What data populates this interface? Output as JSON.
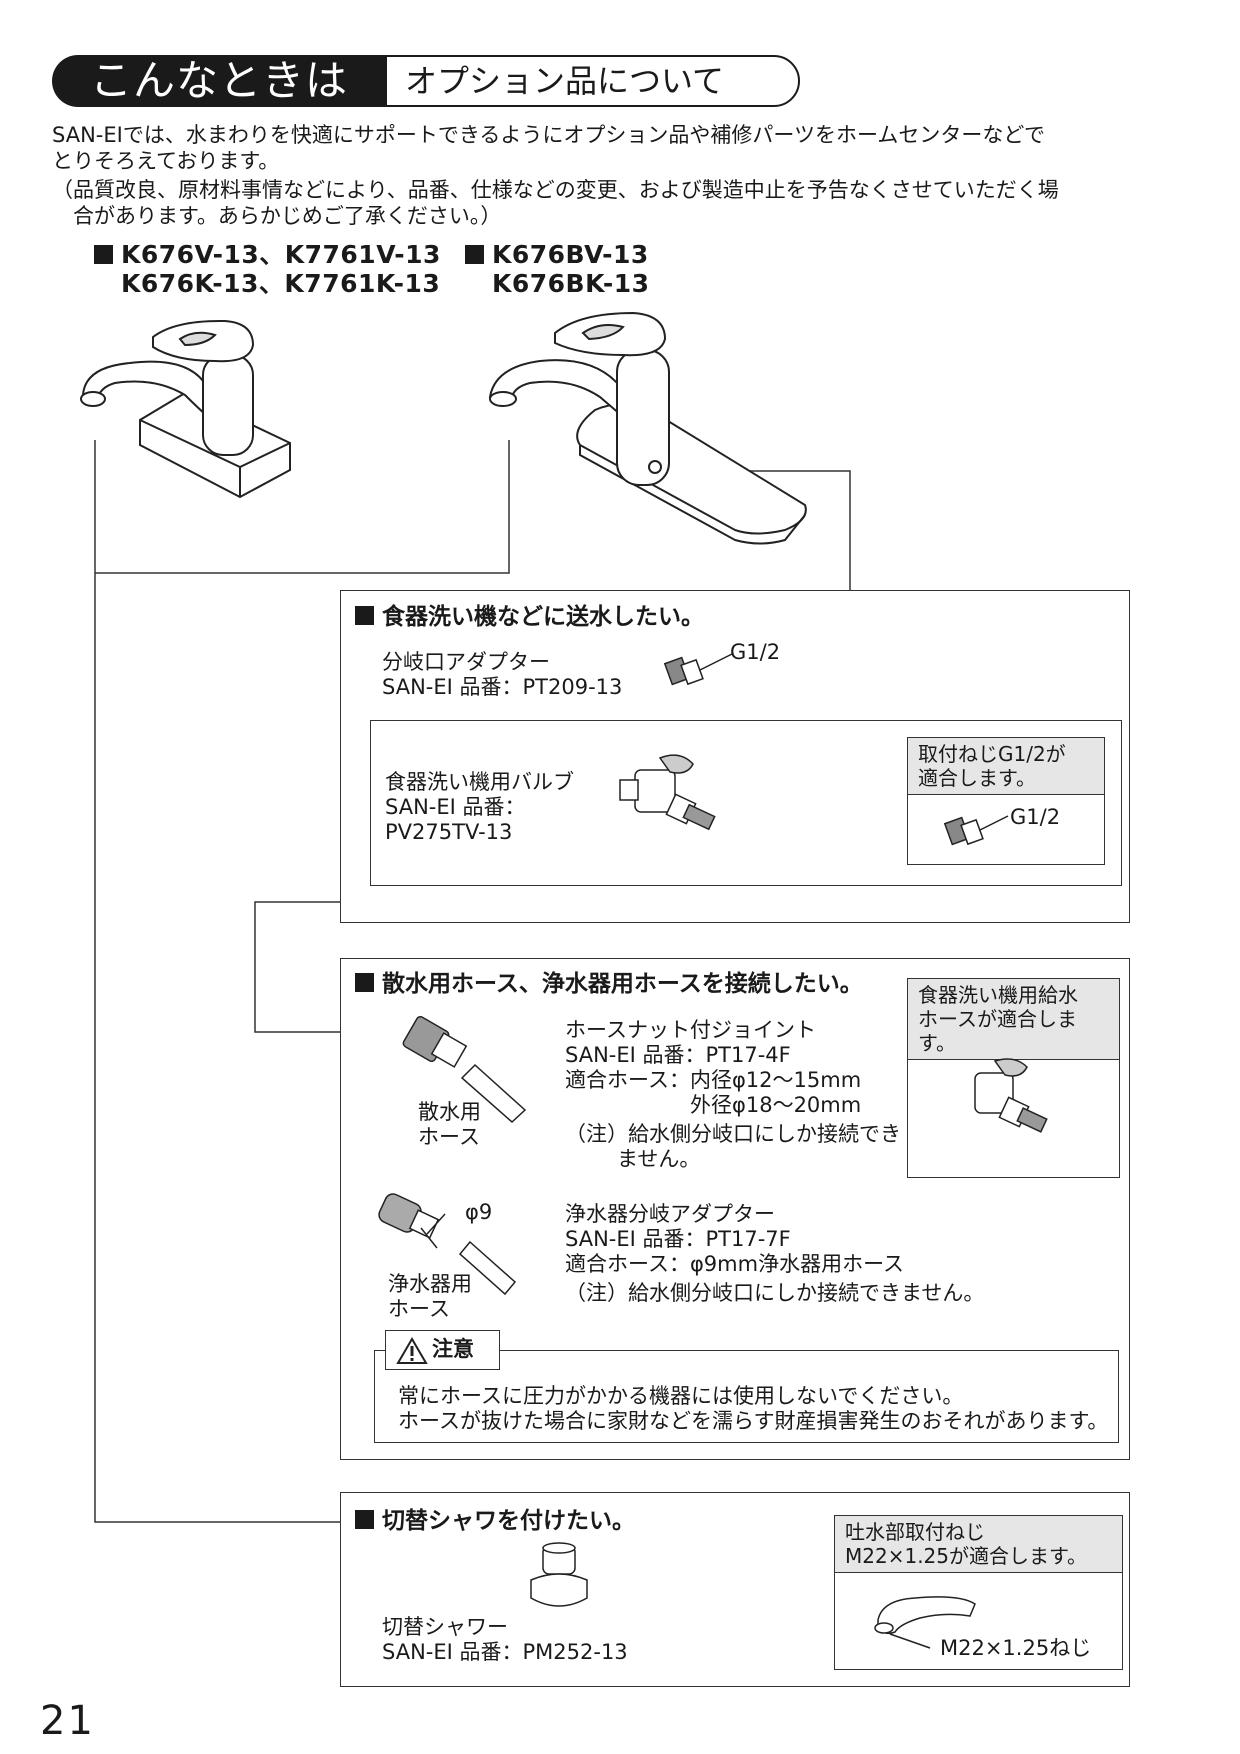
{
  "header": {
    "category": "こんなときは",
    "title": "オプション品について"
  },
  "intro": {
    "line1": "SAN-EIでは、水まわりを快適にサポートできるようにオプション品や補修パーツをホームセンターなどで",
    "line2": "とりそろえております。",
    "note1": "（品質改良、原材料事情などにより、品番、仕様などの変更、および製造中止を予告なくさせていただく場",
    "note2": "　合があります。あらかじめご了承ください。）"
  },
  "models": {
    "group1_line1": "K676V-13、K7761V-13",
    "group1_line2": "K676K-13、K7761K-13",
    "group2_line1": "K676BV-13",
    "group2_line2": "K676BK-13"
  },
  "dishwasher": {
    "title": "食器洗い機などに送水したい。",
    "adapter_name": "分岐口アダプター",
    "adapter_part": "SAN-EI 品番：PT209-13",
    "thread_label": "G1/2",
    "valve_name": "食器洗い機用バルブ",
    "valve_part_label": "SAN-EI 品番：",
    "valve_part": "PV275TV-13",
    "fit_line1": "取付ねじG1/2が",
    "fit_line2": "適合します。",
    "fit_thread": "G1/2"
  },
  "hose": {
    "title": "散水用ホース、浄水器用ホースを接続したい。",
    "joint_name": "ホースナット付ジョイント",
    "joint_part": "SAN-EI 品番：PT17-4F",
    "joint_fit1": "適合ホース：内径φ12～15mm",
    "joint_fit2": "外径φ18～20mm",
    "joint_note1": "（注）給水側分岐口にしか接続でき",
    "joint_note2": "ません。",
    "garden_hose1": "散水用",
    "garden_hose2": "ホース",
    "dia_label": "φ9",
    "purifier_hose1": "浄水器用",
    "purifier_hose2": "ホース",
    "purifier_name": "浄水器分岐アダプター",
    "purifier_part": "SAN-EI 品番：PT17-7F",
    "purifier_fit": "適合ホース：φ9mm浄水器用ホース",
    "purifier_note": "（注）給水側分岐口にしか接続できません。",
    "side_line1": "食器洗い機用給水",
    "side_line2": "ホースが適合します。",
    "caution_label": "注意",
    "caution1": "常にホースに圧力がかかる機器には使用しないでください。",
    "caution2": "ホースが抜けた場合に家財などを濡らす財産損害発生のおそれがあります。"
  },
  "shower": {
    "title": "切替シャワを付けたい。",
    "name": "切替シャワー",
    "part": "SAN-EI 品番：PM252-13",
    "fit_line1": "吐水部取付ねじ",
    "fit_line2": "M22×1.25が適合します。",
    "thread_label": "M22×1.25ねじ"
  },
  "page_number": "21"
}
